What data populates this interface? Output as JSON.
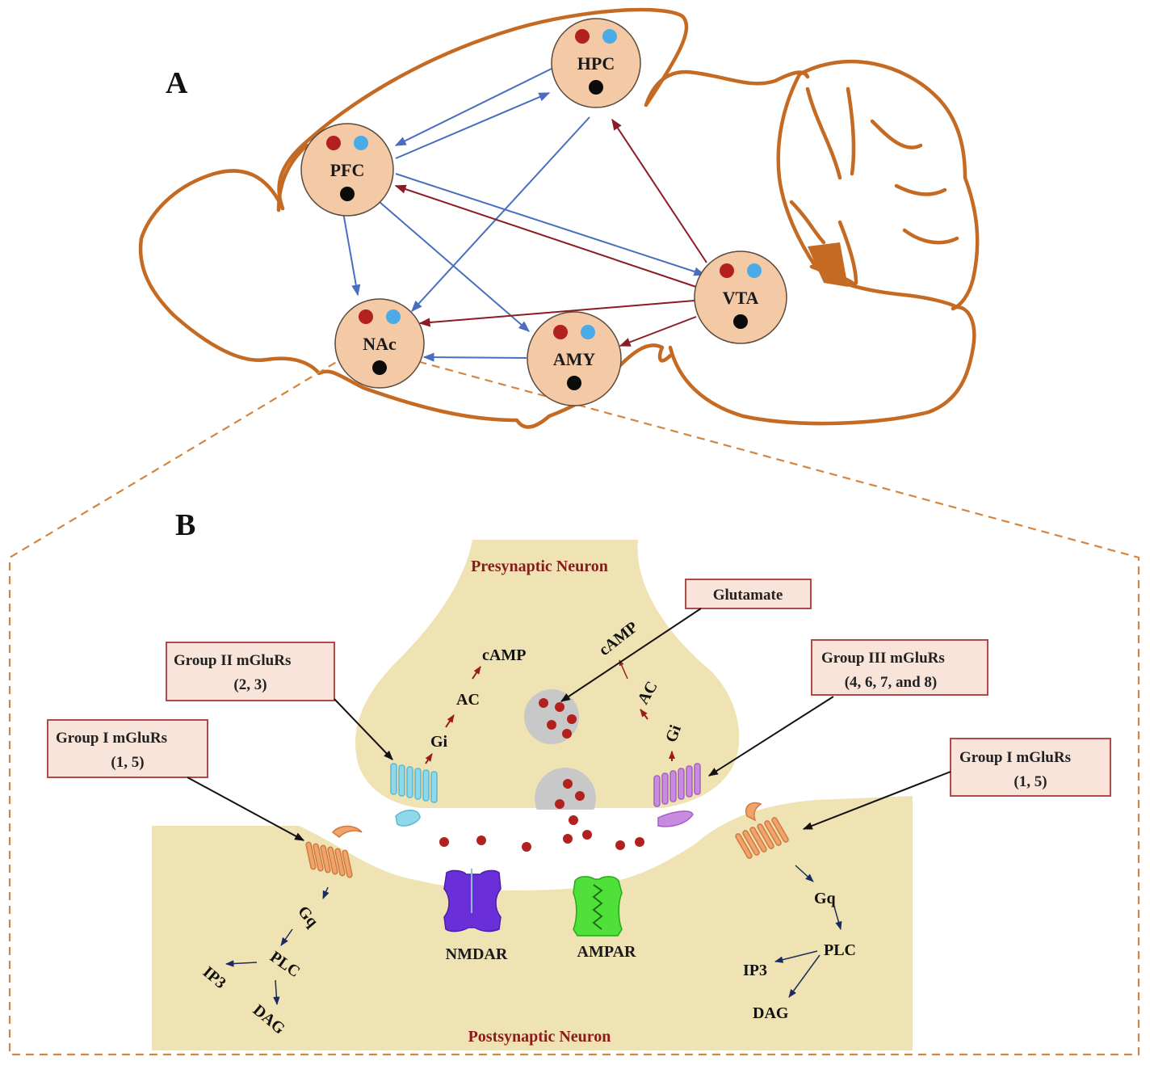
{
  "panels": {
    "a": {
      "label": "A",
      "regions": [
        {
          "id": "hpc",
          "name": "HPC"
        },
        {
          "id": "pfc",
          "name": "PFC"
        },
        {
          "id": "vta",
          "name": "VTA"
        },
        {
          "id": "nac",
          "name": "NAc"
        },
        {
          "id": "amy",
          "name": "AMY"
        }
      ],
      "dot_colors": {
        "red": "#b3211e",
        "blue": "#4aabe6",
        "black": "#0b0b0b"
      },
      "connections": [
        {
          "from": "HPC",
          "to": "PFC",
          "type": "glutamatergic",
          "color": "#4a6dbf"
        },
        {
          "from": "PFC",
          "to": "HPC",
          "type": "glutamatergic",
          "color": "#4a6dbf"
        },
        {
          "from": "HPC",
          "to": "NAc",
          "type": "glutamatergic",
          "color": "#4a6dbf"
        },
        {
          "from": "PFC",
          "to": "NAc",
          "type": "glutamatergic",
          "color": "#4a6dbf"
        },
        {
          "from": "PFC",
          "to": "AMY",
          "type": "glutamatergic",
          "color": "#4a6dbf"
        },
        {
          "from": "PFC",
          "to": "VTA",
          "type": "glutamatergic",
          "color": "#4a6dbf"
        },
        {
          "from": "AMY",
          "to": "NAc",
          "type": "glutamatergic",
          "color": "#4a6dbf"
        },
        {
          "from": "VTA",
          "to": "HPC",
          "type": "dopaminergic",
          "color": "#8b1c24"
        },
        {
          "from": "VTA",
          "to": "PFC",
          "type": "dopaminergic",
          "color": "#8b1c24"
        },
        {
          "from": "VTA",
          "to": "NAc",
          "type": "dopaminergic",
          "color": "#8b1c24"
        },
        {
          "from": "VTA",
          "to": "AMY",
          "type": "dopaminergic",
          "color": "#8b1c24"
        }
      ],
      "colors": {
        "brain_outline": "#c46a22",
        "region_fill": "#f4c9a6",
        "zoom_dash": "#d4853f"
      }
    },
    "b": {
      "label": "B",
      "presynaptic_label": "Presynaptic Neuron",
      "postsynaptic_label": "Postsynaptic Neuron",
      "glutamate_label": "Glutamate",
      "boxes": {
        "group2": {
          "line1": "Group II mGluRs",
          "line2": "(2, 3)"
        },
        "group3": {
          "line1": "Group III mGluRs",
          "line2": "(4, 6, 7, and 8)"
        },
        "group1_left": {
          "line1": "Group I mGluRs",
          "line2": "(1, 5)"
        },
        "group1_right": {
          "line1": "Group I mGluRs",
          "line2": "(1, 5)"
        }
      },
      "presynaptic_left_cascade": [
        "Gi",
        "AC",
        "cAMP"
      ],
      "presynaptic_right_cascade": [
        "Gi",
        "AC",
        "cAMP"
      ],
      "postsynaptic_left_cascade": {
        "g": "Gq",
        "plc": "PLC",
        "ip3": "IP3",
        "dag": "DAG"
      },
      "postsynaptic_right_cascade": {
        "g": "Gq",
        "plc": "PLC",
        "ip3": "IP3",
        "dag": "DAG"
      },
      "receptors": {
        "nmdar": "NMDAR",
        "ampar": "AMPAR"
      },
      "colors": {
        "neuron_fill": "#efe3b4",
        "vesicle": "#c8c8c8",
        "glutamate": "#b3211e",
        "group2_receptor": "#8fd8ea",
        "group3_receptor": "#c98be0",
        "group1_receptor": "#f0a36b",
        "nmdar": "#6a2fd9",
        "ampar": "#4fe03a",
        "box_fill": "#f8e4d8",
        "box_border": "#b04a4a"
      }
    }
  }
}
